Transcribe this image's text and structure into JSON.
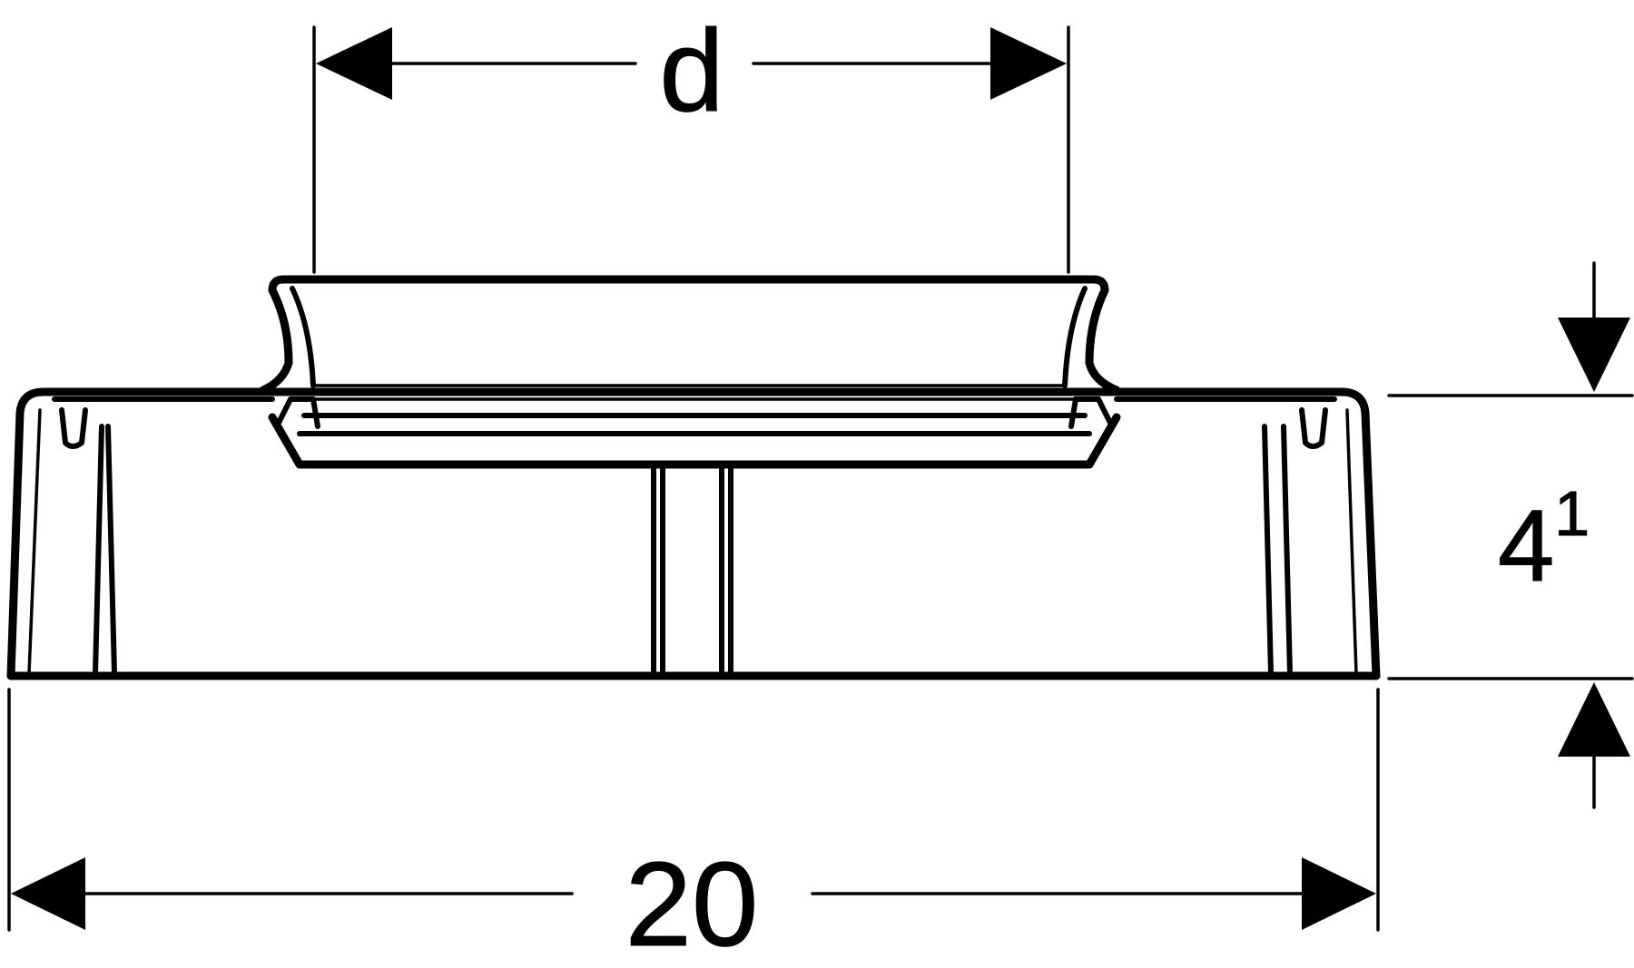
{
  "drawing": {
    "colors": {
      "line": "#000000",
      "background": "#ffffff"
    },
    "dimensions": {
      "diameter_label": "d",
      "width_label": "20",
      "height_label_main": "4",
      "height_label_sup": "1"
    }
  }
}
